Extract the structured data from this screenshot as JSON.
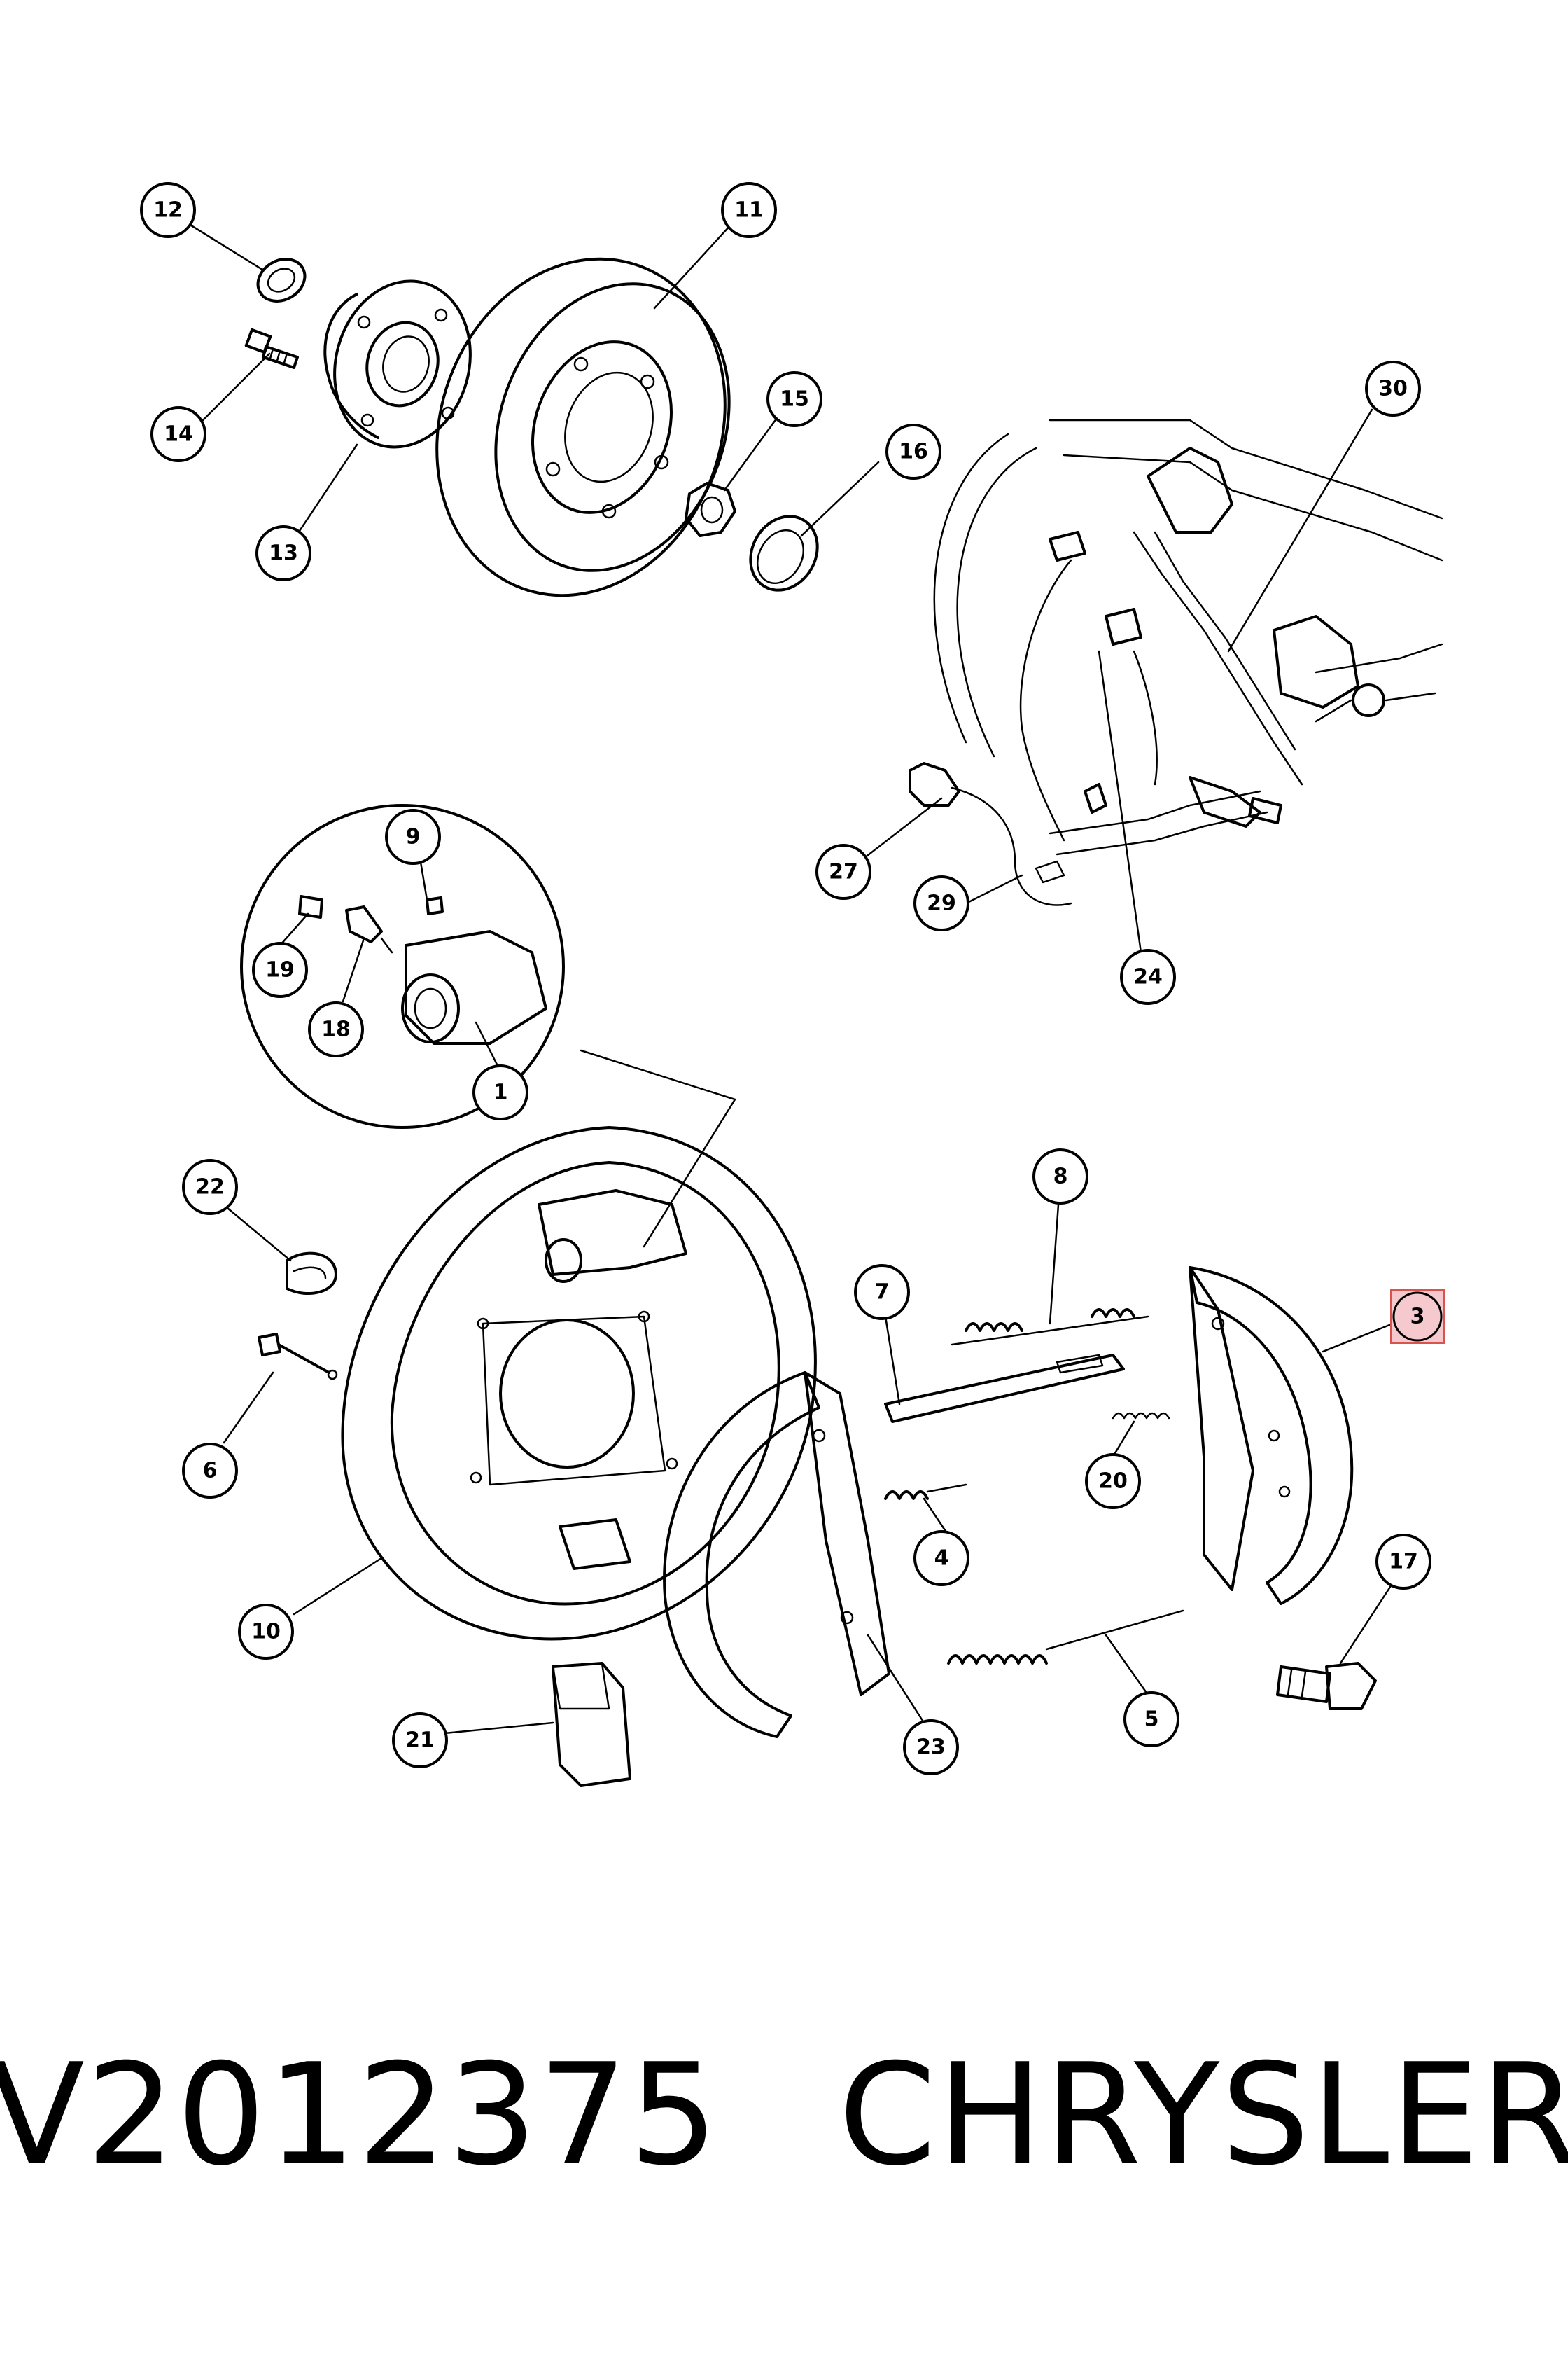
{
  "diagram": {
    "callouts": [
      {
        "id": "12",
        "label": "12"
      },
      {
        "id": "11",
        "label": "11"
      },
      {
        "id": "14",
        "label": "14"
      },
      {
        "id": "13",
        "label": "13"
      },
      {
        "id": "15",
        "label": "15"
      },
      {
        "id": "16",
        "label": "16"
      },
      {
        "id": "30",
        "label": "30"
      },
      {
        "id": "27",
        "label": "27"
      },
      {
        "id": "29",
        "label": "29"
      },
      {
        "id": "24",
        "label": "24"
      },
      {
        "id": "9",
        "label": "9"
      },
      {
        "id": "19",
        "label": "19"
      },
      {
        "id": "18",
        "label": "18"
      },
      {
        "id": "1",
        "label": "1"
      },
      {
        "id": "22",
        "label": "22"
      },
      {
        "id": "8",
        "label": "8"
      },
      {
        "id": "7",
        "label": "7"
      },
      {
        "id": "3",
        "label": "3",
        "highlighted": true
      },
      {
        "id": "6",
        "label": "6"
      },
      {
        "id": "20",
        "label": "20"
      },
      {
        "id": "4",
        "label": "4"
      },
      {
        "id": "17",
        "label": "17"
      },
      {
        "id": "10",
        "label": "10"
      },
      {
        "id": "5",
        "label": "5"
      },
      {
        "id": "21",
        "label": "21"
      },
      {
        "id": "23",
        "label": "23"
      }
    ],
    "highlight_color": "#f6c9cf",
    "highlight_border": "#d9534f"
  },
  "caption": {
    "part_number": "V2012375",
    "brand": "CHRYSLER"
  }
}
